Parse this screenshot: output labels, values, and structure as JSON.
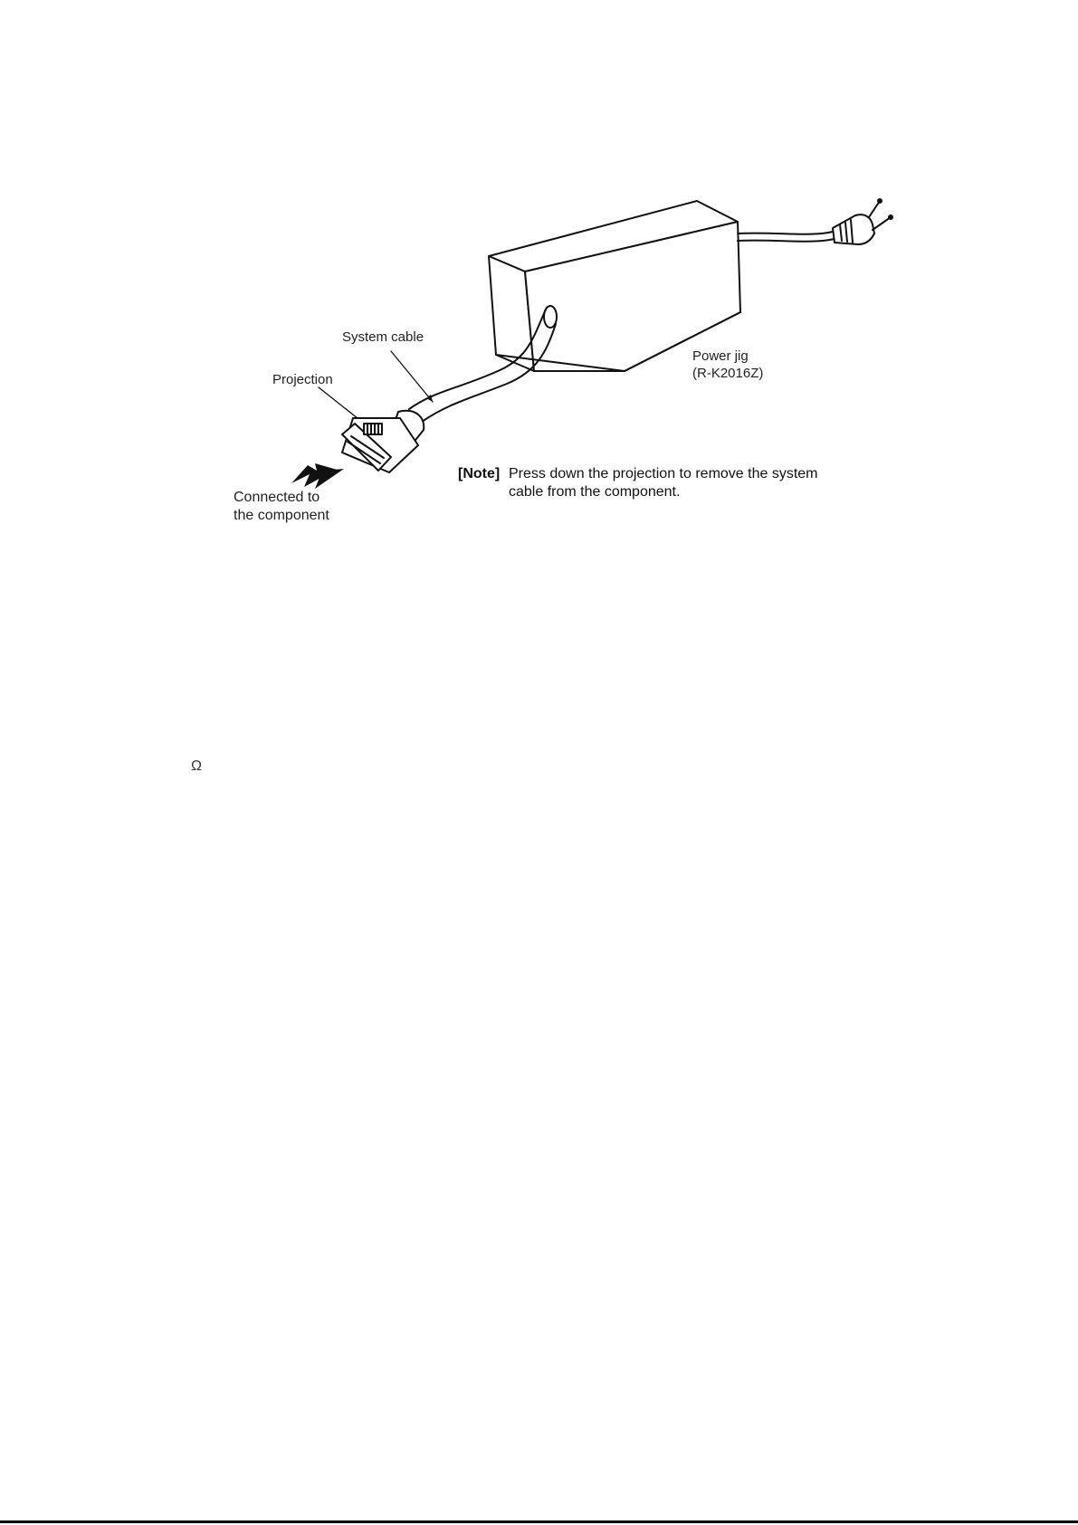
{
  "diagram": {
    "labels": {
      "system_cable": "System cable",
      "projection": "Projection",
      "power_jig_line1": "Power jig",
      "power_jig_line2": "(R-K2016Z)",
      "connected_line1": "Connected to",
      "connected_line2": "the component"
    },
    "note": {
      "tag": "[Note]",
      "text": "Press down the projection to remove the system cable from the component."
    }
  },
  "page": {
    "footer_glyph": "Ω"
  }
}
